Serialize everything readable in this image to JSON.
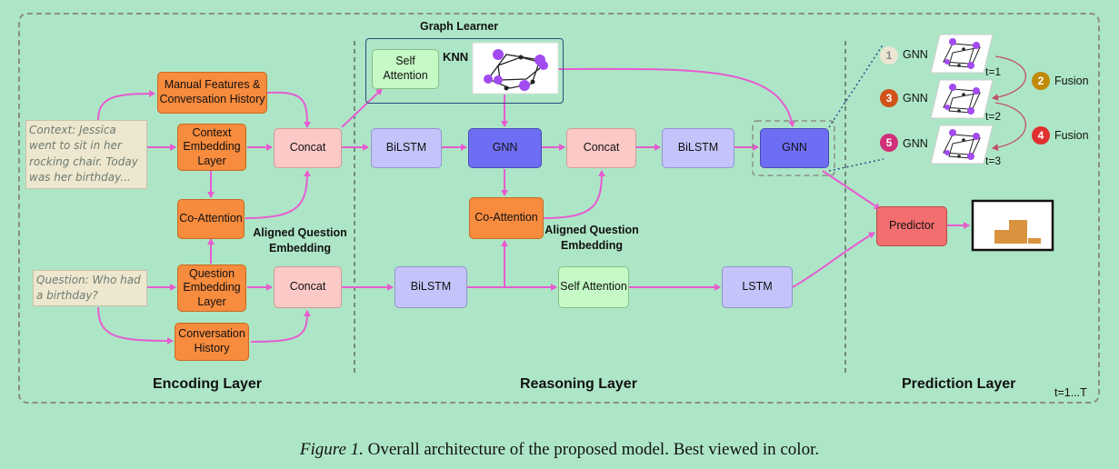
{
  "colors": {
    "background": "#ade6c6",
    "orange": "#f78b3e",
    "pink": "#fbc9c6",
    "lavender": "#c4c4fb",
    "gnn_blue": "#6e6ef4",
    "green": "#c5f9c5",
    "red": "#f36e6e",
    "arrow": "#e65cd0",
    "node": "#a24bf0"
  },
  "inputs": {
    "context": "Context: Jessica went to sit in her rocking chair. Today was her birthday...",
    "question": "Question: Who had a birthday?"
  },
  "encoding": {
    "manual_features": "Manual Features & Conversation History",
    "context_embedding": "Context Embedding Layer",
    "co_attention": "Co-Attention",
    "question_embedding": "Question Embedding Layer",
    "conversation_history": "Conversation History",
    "concat_top": "Concat",
    "concat_bottom": "Concat",
    "aligned_question": "Aligned Question Embedding"
  },
  "reasoning": {
    "graph_learner": "Graph Learner",
    "self_attention_graph": "Self Attention",
    "knn": "KNN",
    "bilstm_top": "BiLSTM",
    "gnn": "GNN",
    "concat": "Concat",
    "bilstm_top2": "BiLSTM",
    "co_attention": "Co-Attention",
    "aligned_question": "Aligned Question Embedding",
    "bilstm_bottom": "BiLSTM",
    "self_attention": "Self Attention",
    "lstm": "LSTM"
  },
  "prediction": {
    "gnn": "GNN",
    "predictor": "Predictor",
    "steps": [
      {
        "num": "1",
        "label": "GNN",
        "color": "#ece5d2",
        "textColor": "#888888"
      },
      {
        "num": "2",
        "label": "Fusion",
        "color": "#c08a08",
        "textColor": "#ffffff"
      },
      {
        "num": "3",
        "label": "GNN",
        "color": "#d2521a",
        "textColor": "#ffffff"
      },
      {
        "num": "4",
        "label": "Fusion",
        "color": "#e03030",
        "textColor": "#ffffff"
      },
      {
        "num": "5",
        "label": "GNN",
        "color": "#d2307a",
        "textColor": "#ffffff"
      }
    ],
    "times": [
      "t=1",
      "t=2",
      "t=3"
    ]
  },
  "layers": {
    "encoding": "Encoding Layer",
    "reasoning": "Reasoning Layer",
    "prediction": "Prediction Layer",
    "time_range": "t=1...T"
  },
  "caption": {
    "figure": "Figure 1.",
    "text": " Overall architecture of the proposed model. Best viewed in color."
  }
}
